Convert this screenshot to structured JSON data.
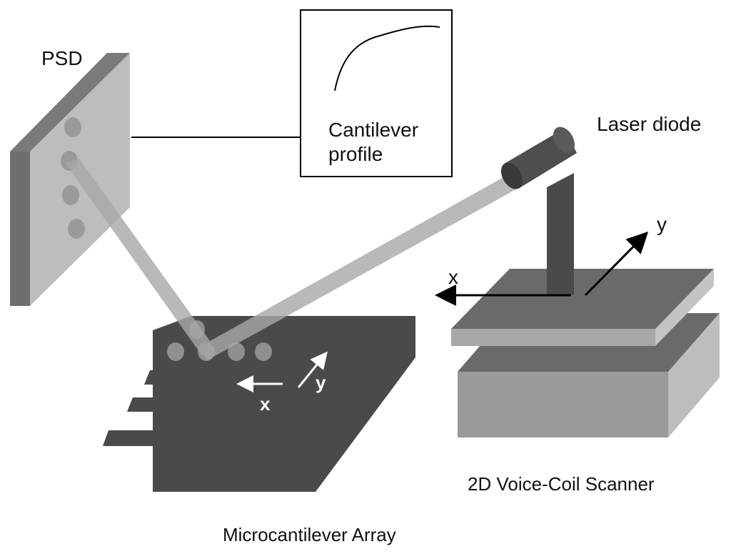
{
  "labels": {
    "psd": "PSD",
    "cantilever_profile_line1": "Cantilever",
    "cantilever_profile_line2": "profile",
    "laser_diode": "Laser diode",
    "scanner_x": "x",
    "scanner_y": "y",
    "array_x": "x",
    "array_y": "y",
    "voice_coil_scanner": "2D Voice-Coil Scanner",
    "microcantilever_array": "Microcantilever Array"
  },
  "colors": {
    "dark": "#4a4a4a",
    "mid": "#9a9a9a",
    "light": "#bdbdbd",
    "beam": "#a8a8a8",
    "spot": "#8f8f8f"
  }
}
